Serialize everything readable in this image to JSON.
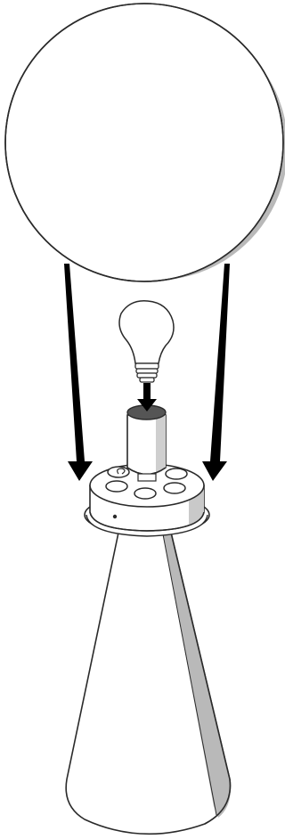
{
  "diagram": {
    "parts": [
      {
        "id": "globe-shade",
        "label": ""
      },
      {
        "id": "light-bulb",
        "label": ""
      },
      {
        "id": "bulb-socket",
        "label": ""
      },
      {
        "id": "socket-holder",
        "label": ""
      },
      {
        "id": "lamp-base",
        "label": ""
      }
    ],
    "arrows": [
      {
        "id": "left-arrow",
        "direction": "down"
      },
      {
        "id": "right-arrow",
        "direction": "down"
      },
      {
        "id": "bulb-arrow",
        "direction": "down"
      }
    ],
    "colors": {
      "stroke": "#2a2a2a",
      "fill": "#ffffff",
      "shade": "#b9b9b9",
      "arrow": "#000000",
      "socket_top": "#555555"
    }
  }
}
